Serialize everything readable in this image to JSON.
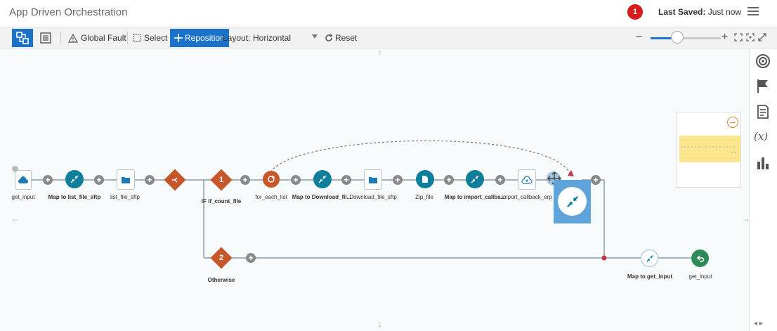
{
  "header": {
    "title": "App Driven Orchestration",
    "error_count": "1",
    "last_saved_label": "Last Saved:",
    "last_saved_value": "Just now",
    "menu_icon": "hamburger-icon"
  },
  "toolbar": {
    "global_fault_label": "Global Fault",
    "select_label": "Select",
    "reposition_label": "Reposition",
    "layout_label": "Layout:",
    "layout_value": "Horizontal",
    "reset_label": "Reset",
    "zoom_level": 0.38
  },
  "nodes": {
    "get_input_trigger": "get_input",
    "map_list_file": "Map to list_file_sftp",
    "list_file_sftp": "list_file_sftp",
    "switch_1_number": "1",
    "switch_1_label": "IF if_count_file",
    "for_each": "for_each_list",
    "map_download": "Map to Download_fil...",
    "download_file": "Download_file_sftp",
    "zip_file": "Zip_file",
    "map_import": "Map to import_callba...",
    "import_callback": "import_callback_erp",
    "switch_2_number": "2",
    "otherwise_label": "Otherwise",
    "map_get_input": "Map to get_input",
    "get_input_return": "get_input"
  },
  "colors": {
    "accent": "#1a73c8",
    "mapper": "#0f7e9a",
    "switch": "#c6572a",
    "return": "#2f8a5a",
    "error": "#d51b1b",
    "line": "#8c9aa5"
  }
}
